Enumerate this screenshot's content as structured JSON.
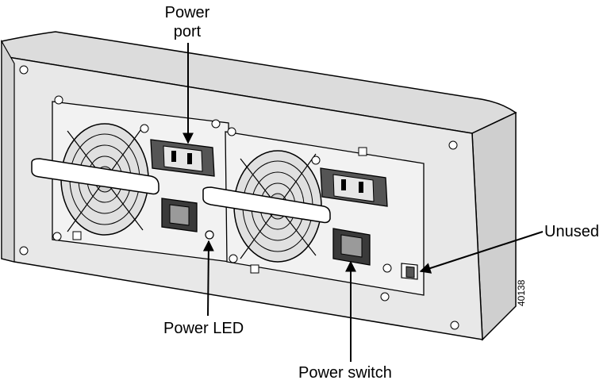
{
  "callouts": {
    "power_port_line1": "Power",
    "power_port_line2": "port",
    "unused": "Unused",
    "power_led": "Power LED",
    "power_switch": "Power switch"
  },
  "figure_number": "40138",
  "colors": {
    "chassis_face": "#e6e6e6",
    "chassis_side": "#d2d2d2",
    "panel": "#f0f0f0",
    "outline": "#000000",
    "switch_dark": "#3a3a3a"
  }
}
